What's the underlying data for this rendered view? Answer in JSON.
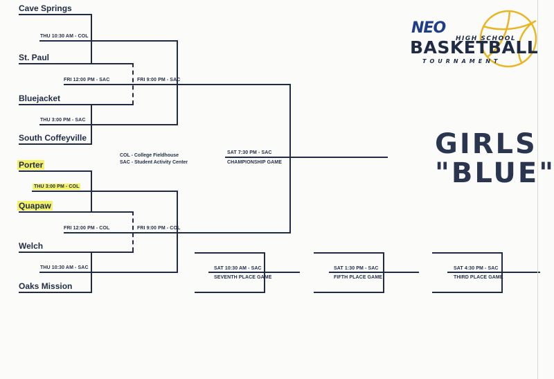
{
  "teams": {
    "cave_springs": "Cave Springs",
    "st_paul": "St. Paul",
    "bluejacket": "Bluejacket",
    "south_coffeyville": "South Coffeyville",
    "porter": "Porter",
    "quapaw": "Quapaw",
    "welch": "Welch",
    "oaks_mission": "Oaks Mission"
  },
  "games": {
    "q1": "THU 10:30 AM - COL",
    "q2": "THU 3:00 PM - SAC",
    "q3": "THU 3:00 PM - COL",
    "q4": "THU 10:30 AM - SAC",
    "bye_top": "FRI 12:00 PM - SAC",
    "bye_bottom": "FRI 12:00 PM - COL",
    "semi_top": "FRI 9:00 PM - SAC",
    "semi_bottom": "FRI 9:00 PM - COL",
    "championship_time": "SAT 7:30 PM - SAC",
    "championship_label": "CHAMPIONSHIP GAME",
    "seventh_time": "SAT 10:30 AM - SAC",
    "seventh_label": "SEVENTH PLACE GAME",
    "fifth_time": "SAT 1:30 PM - SAC",
    "fifth_label": "FIFTH PLACE GAME",
    "third_time": "SAT 4:30 PM - SAC",
    "third_label": "THIRD PLACE GAME"
  },
  "legend": {
    "col": "COL - College Fieldhouse",
    "sac": "SAC - Student Activity Center"
  },
  "title": {
    "line1": "GIRLS",
    "line2": "\"BLUE\""
  },
  "logo": {
    "neo": "NEO",
    "high_school": "HIGH SCHOOL",
    "basketball": "BASKETBALL",
    "tournament": "TOURNAMENT"
  },
  "colors": {
    "navy": "#1f2b45",
    "highlight": "#f3f16a",
    "logo_gold": "#e8b624"
  }
}
